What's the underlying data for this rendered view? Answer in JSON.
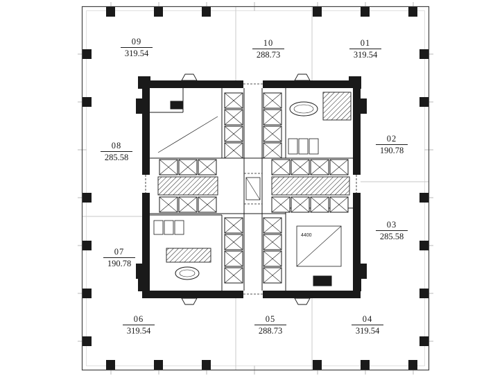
{
  "drawing": {
    "type": "floor-plan",
    "colors": {
      "ink": "#1a1a1a",
      "paper": "#ffffff"
    }
  },
  "core": {
    "dimension": "4400"
  },
  "units": [
    {
      "id": "01",
      "area": "319.54"
    },
    {
      "id": "02",
      "area": "190.78"
    },
    {
      "id": "03",
      "area": "285.58"
    },
    {
      "id": "04",
      "area": "319.54"
    },
    {
      "id": "05",
      "area": "288.73"
    },
    {
      "id": "06",
      "area": "319.54"
    },
    {
      "id": "07",
      "area": "190.78"
    },
    {
      "id": "08",
      "area": "285.58"
    },
    {
      "id": "09",
      "area": "319.54"
    },
    {
      "id": "10",
      "area": "288.73"
    }
  ]
}
